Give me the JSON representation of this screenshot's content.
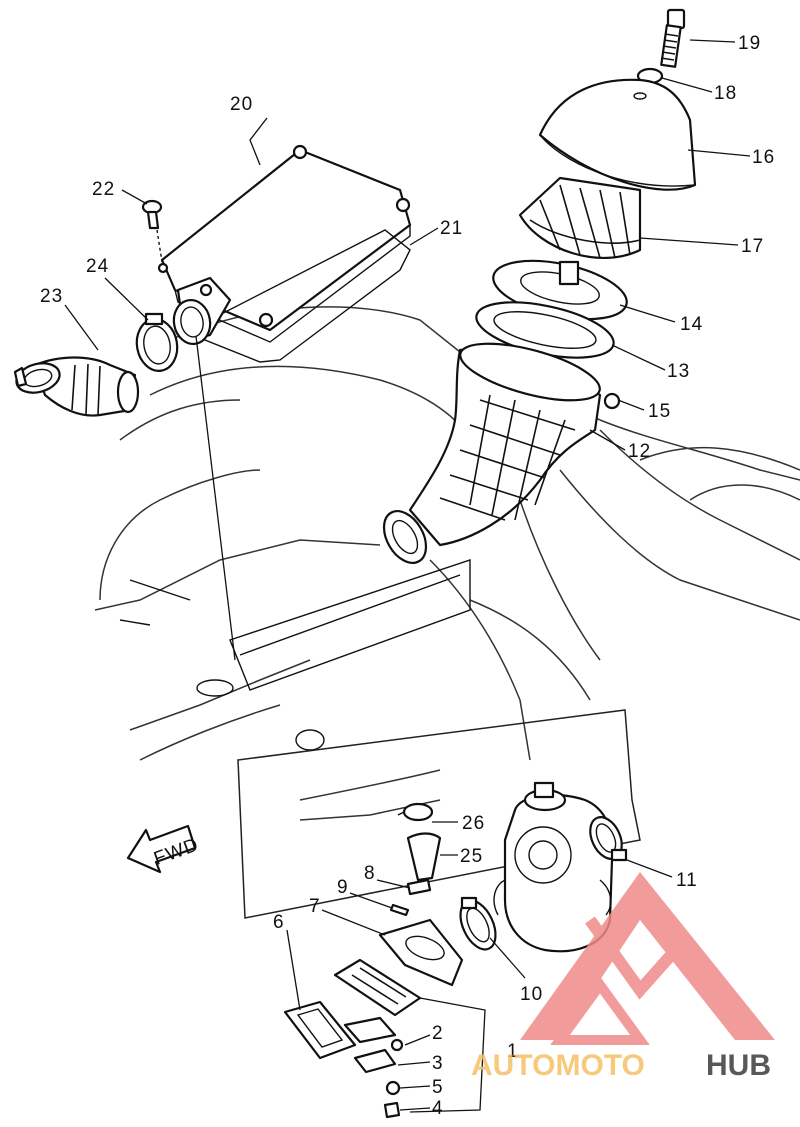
{
  "diagram": {
    "callouts": [
      "19",
      "18",
      "16",
      "17",
      "20",
      "21",
      "22",
      "24",
      "23",
      "14",
      "13",
      "15",
      "12",
      "26",
      "25",
      "8",
      "9",
      "7",
      "6",
      "11",
      "10",
      "2",
      "1",
      "3",
      "5",
      "4"
    ],
    "fwd_arrow_text": "FWD"
  },
  "watermark": {
    "text_part1": "AUTOMOTO",
    "text_part2": "HUB",
    "colors": {
      "triangle": "#f08a8a",
      "text_part1": "#f5c067",
      "text_part2": "#3c3c3c"
    }
  }
}
